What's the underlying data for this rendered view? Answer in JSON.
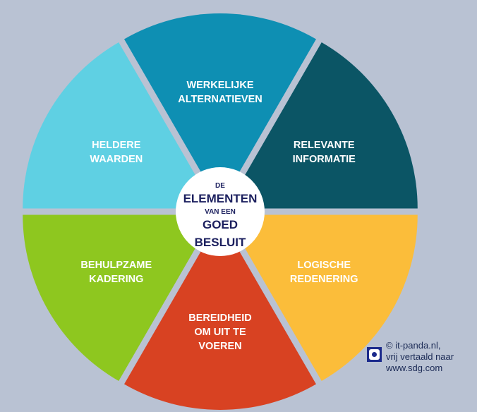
{
  "diagram": {
    "segments": [
      {
        "id": "werkelijke-alternatieven",
        "lines": [
          "WERKELIJKE",
          "ALTERNATIEVEN"
        ],
        "color": "#0e8fb3"
      },
      {
        "id": "relevante-informatie",
        "lines": [
          "RELEVANTE",
          "INFORMATIE"
        ],
        "color": "#0b5565"
      },
      {
        "id": "logische-redenering",
        "lines": [
          "LOGISCHE",
          "REDENERING"
        ],
        "color": "#fbbd3a"
      },
      {
        "id": "bereidheid-om-uit-te-voeren",
        "lines": [
          "BEREIDHEID",
          "OM UIT TE",
          "VOEREN"
        ],
        "color": "#d84222"
      },
      {
        "id": "behulpzame-kadering",
        "lines": [
          "BEHULPZAME",
          "KADERING"
        ],
        "color": "#8ec71f"
      },
      {
        "id": "heldere-waarden",
        "lines": [
          "HELDERE",
          "WAARDEN"
        ],
        "color": "#5fd0e3"
      }
    ],
    "center": {
      "line1": "DE",
      "line2": "ELEMENTEN",
      "line3": "VAN EEN",
      "line4": "GOED",
      "line5": "BESLUIT",
      "color": "#1b1f5e"
    }
  },
  "credit": {
    "line1": "© it-panda.nl,",
    "line2": "vrij vertaald naar",
    "line3": "www.sdg.com"
  },
  "colors": {
    "background": "#b9c2d3",
    "center_fill": "#ffffff"
  }
}
